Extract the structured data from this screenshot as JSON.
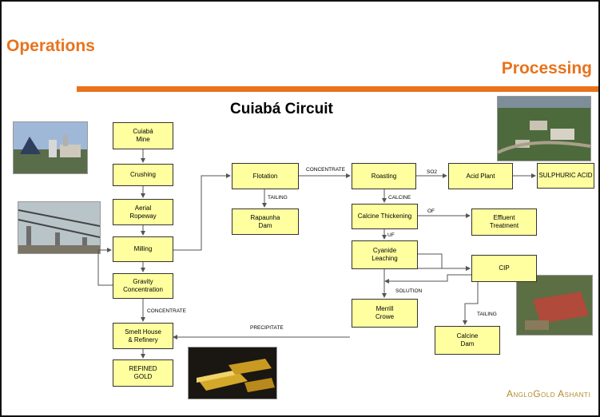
{
  "header": {
    "section": "Operations",
    "subsection": "Processing",
    "diagram_title": "Cuiabá Circuit"
  },
  "nodes": {
    "cuiaba_mine": "Cuiabá\nMine",
    "crushing": "Crushing",
    "aerial_ropeway": "Aerial\nRopeway",
    "milling": "Milling",
    "gravity_concentration": "Gravity\nConcentration",
    "smelt_house": "Smelt House\n& Refinery",
    "refined_gold": "REFINED\nGOLD",
    "flotation": "Flotation",
    "rapaunha_dam": "Rapaunha\nDam",
    "roasting": "Roasting",
    "acid_plant": "Acid Plant",
    "sulphuric_acid": "SULPHURIC ACID",
    "calcine_thickening": "Calcine Thickening",
    "effluent_treatment": "Effluent\nTreatment",
    "cyanide_leaching": "Cyanide\nLeaching",
    "cip": "CIP",
    "merrill_crowe": "Merrill\nCrowe",
    "calcine_dam": "Calcine\nDam"
  },
  "flow_labels": {
    "concentrate_top": "CONCENTRATE",
    "so2": "SO2",
    "tailing_flotation": "TAILING",
    "calcine": "CALCINE",
    "of": "OF",
    "uf": "UF",
    "solution": "SOLUTION",
    "concentrate_gravity": "CONCENTRATE",
    "precipitate": "PRECIPITATE",
    "tailing_cip": "TAILING"
  },
  "logo": "AngloGold Ashanti",
  "colors": {
    "accent": "#e8731c",
    "box_fill": "#ffffa0",
    "line": "#555555",
    "logo": "#b58a2a"
  }
}
